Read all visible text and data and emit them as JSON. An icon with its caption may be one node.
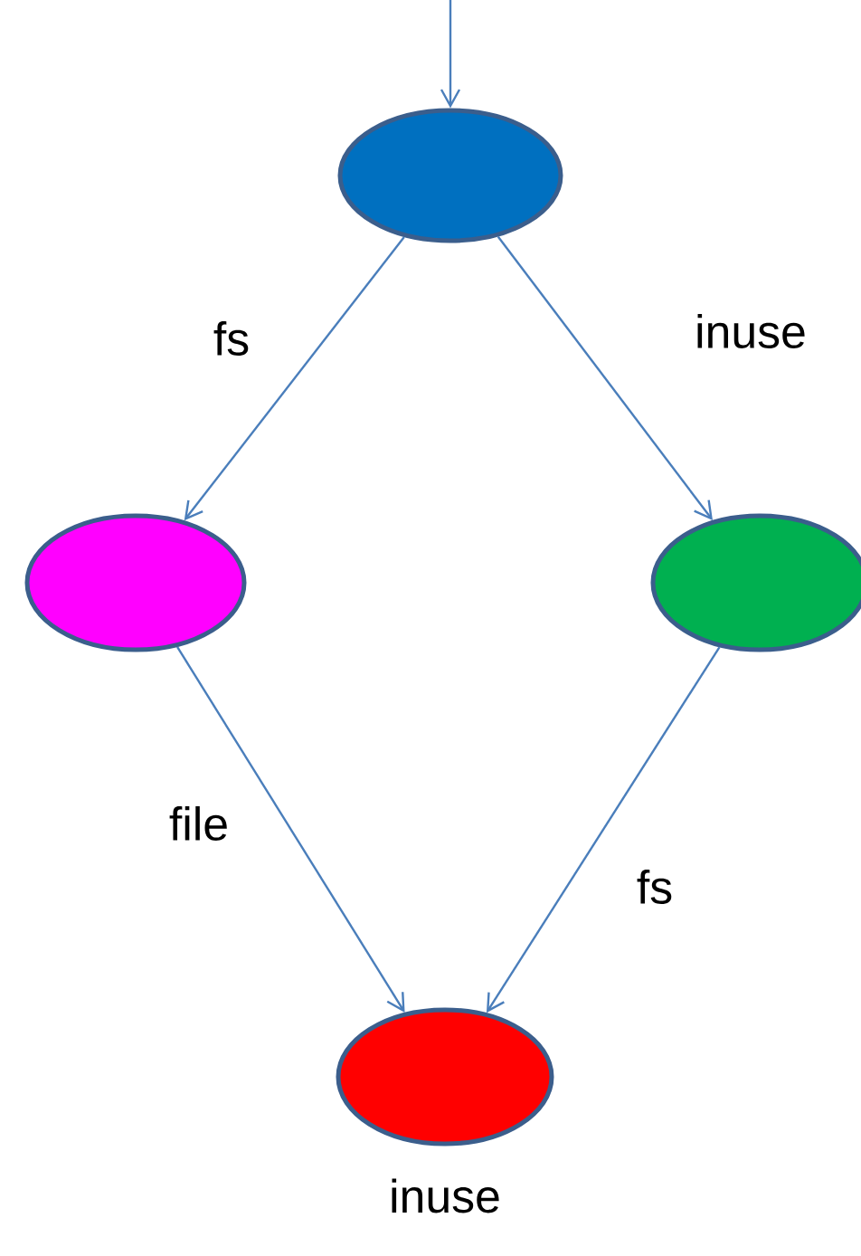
{
  "diagram": {
    "nodes": [
      {
        "text": [],
        "shape": "ellipse"
      },
      {
        "text": [],
        "shape": "ellipse"
      },
      {
        "text": [],
        "shape": "ellipse"
      },
      {
        "text": [],
        "shape": "ellipse",
        "beside": [
          "inuse"
        ]
      }
    ],
    "edges": [
      {
        "from": null,
        "to": 0,
        "arrow": "to"
      },
      {
        "from": 0,
        "to": 1,
        "arrow": "to",
        "label": "fs"
      },
      {
        "from": 0,
        "to": 2,
        "arrow": "to",
        "label": "inuse"
      },
      {
        "from": 1,
        "to": 3,
        "arrow": "to",
        "label": "file"
      },
      {
        "from": 2,
        "to": 3,
        "arrow": "to",
        "label": "fs"
      }
    ]
  }
}
